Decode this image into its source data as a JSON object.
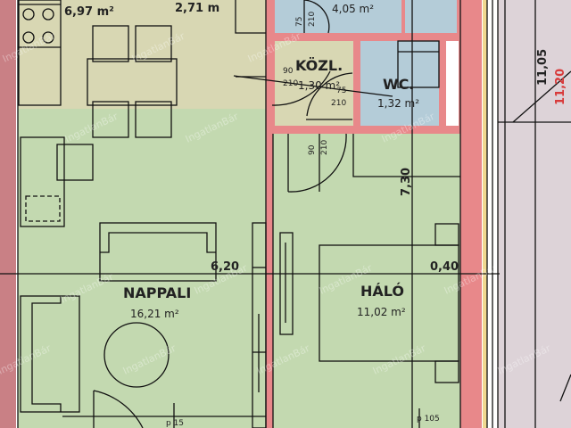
{
  "colors": {
    "wall": "#e8888a",
    "outer_wall": "#c98085",
    "kitchen_floor": "#d8d7b3",
    "living_floor": "#c3d9b0",
    "wet_floor": "#b4ccd8",
    "corridor_floor": "#d8d7b3",
    "balcony": "#ddd3d8",
    "accent_red": "#d83a3a"
  },
  "rooms": {
    "kitchen": {
      "area": "6,97 m²"
    },
    "dining": {
      "area": "2,71 m"
    },
    "bathroom": {
      "area": "4,05 m²"
    },
    "corridor": {
      "name": "KÖZL.",
      "area": "1,30 m²"
    },
    "wc": {
      "name": "WC.",
      "area": "1,32 m²"
    },
    "living": {
      "name": "NAPPALI",
      "area": "16,21 m²"
    },
    "bedroom": {
      "name": "HÁLÓ",
      "area": "11,02 m²"
    }
  },
  "doors": [
    {
      "w": "75",
      "h": "210"
    },
    {
      "w": "90",
      "h": "210"
    },
    {
      "w": "75",
      "h": "210"
    },
    {
      "w": "90",
      "h": "210"
    }
  ],
  "dimensions": {
    "width_main": "6,20",
    "wall_thickness": "0,40",
    "height_bedroom": "7,30",
    "total_1": "11,05",
    "total_2": "11,20",
    "sill_1": "p 15",
    "sill_2": "p 105"
  },
  "watermark": "IngatlanBár"
}
